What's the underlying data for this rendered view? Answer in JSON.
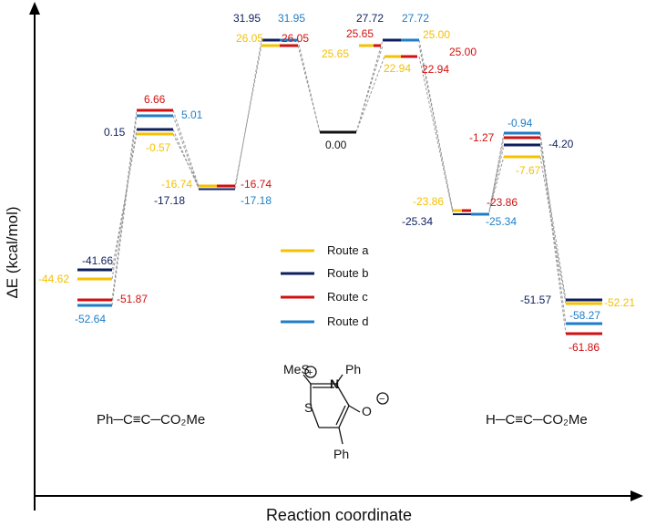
{
  "labels": {
    "y_axis": "ΔE (kcal/mol)",
    "x_axis": "Reaction coordinate",
    "route_a": "Route a",
    "route_b": "Route b",
    "route_c": "Route c",
    "route_d": "Route d",
    "compound_left": "Ph─C≡C─CO₂Me",
    "compound_right": "H─C≡C─CO₂Me",
    "mol_mes": "MeS",
    "mol_n": "N",
    "mol_ph_n": "Ph",
    "mol_s": "S",
    "mol_o": "O",
    "mol_ph_bottom": "Ph",
    "mol_plus": "+",
    "mol_minus": "−"
  },
  "colors": {
    "route_a": "#F5C100",
    "route_b": "#0D1F5E",
    "route_c": "#D11010",
    "route_d": "#1E7EC8",
    "reference": "#111111"
  },
  "energies": {
    "s1": {
      "a": "-44.62",
      "b": "-41.66",
      "c": "-51.87",
      "d": "-52.64"
    },
    "s2": {
      "a": "-0.57",
      "b": "0.15",
      "c": "6.66",
      "d": "5.01"
    },
    "s3": {
      "a": "-16.74",
      "b": "-17.18",
      "c": "-16.74",
      "d": "-17.18"
    },
    "s4": {
      "a": "26.05",
      "b": "31.95",
      "c": "26.05",
      "d": "31.95"
    },
    "s5": {
      "ref": "0.00"
    },
    "s6": {
      "a_left": "25.65",
      "a_right": "25.00",
      "b_left": "27.72",
      "b_right": "27.72",
      "c_left": "25.65",
      "c_right": "25.00",
      "a_low": "22.94",
      "c_low": "22.94"
    },
    "s7": {
      "a": "-23.86",
      "b": "-25.34",
      "c": "-23.86",
      "d": "-25.34"
    },
    "s8": {
      "a": "-7.67",
      "b": "-4.20",
      "c": "-1.27",
      "d": "-0.94"
    },
    "s9": {
      "a": "-52.21",
      "b": "-51.57",
      "c": "-61.86",
      "d": "-58.27"
    }
  }
}
